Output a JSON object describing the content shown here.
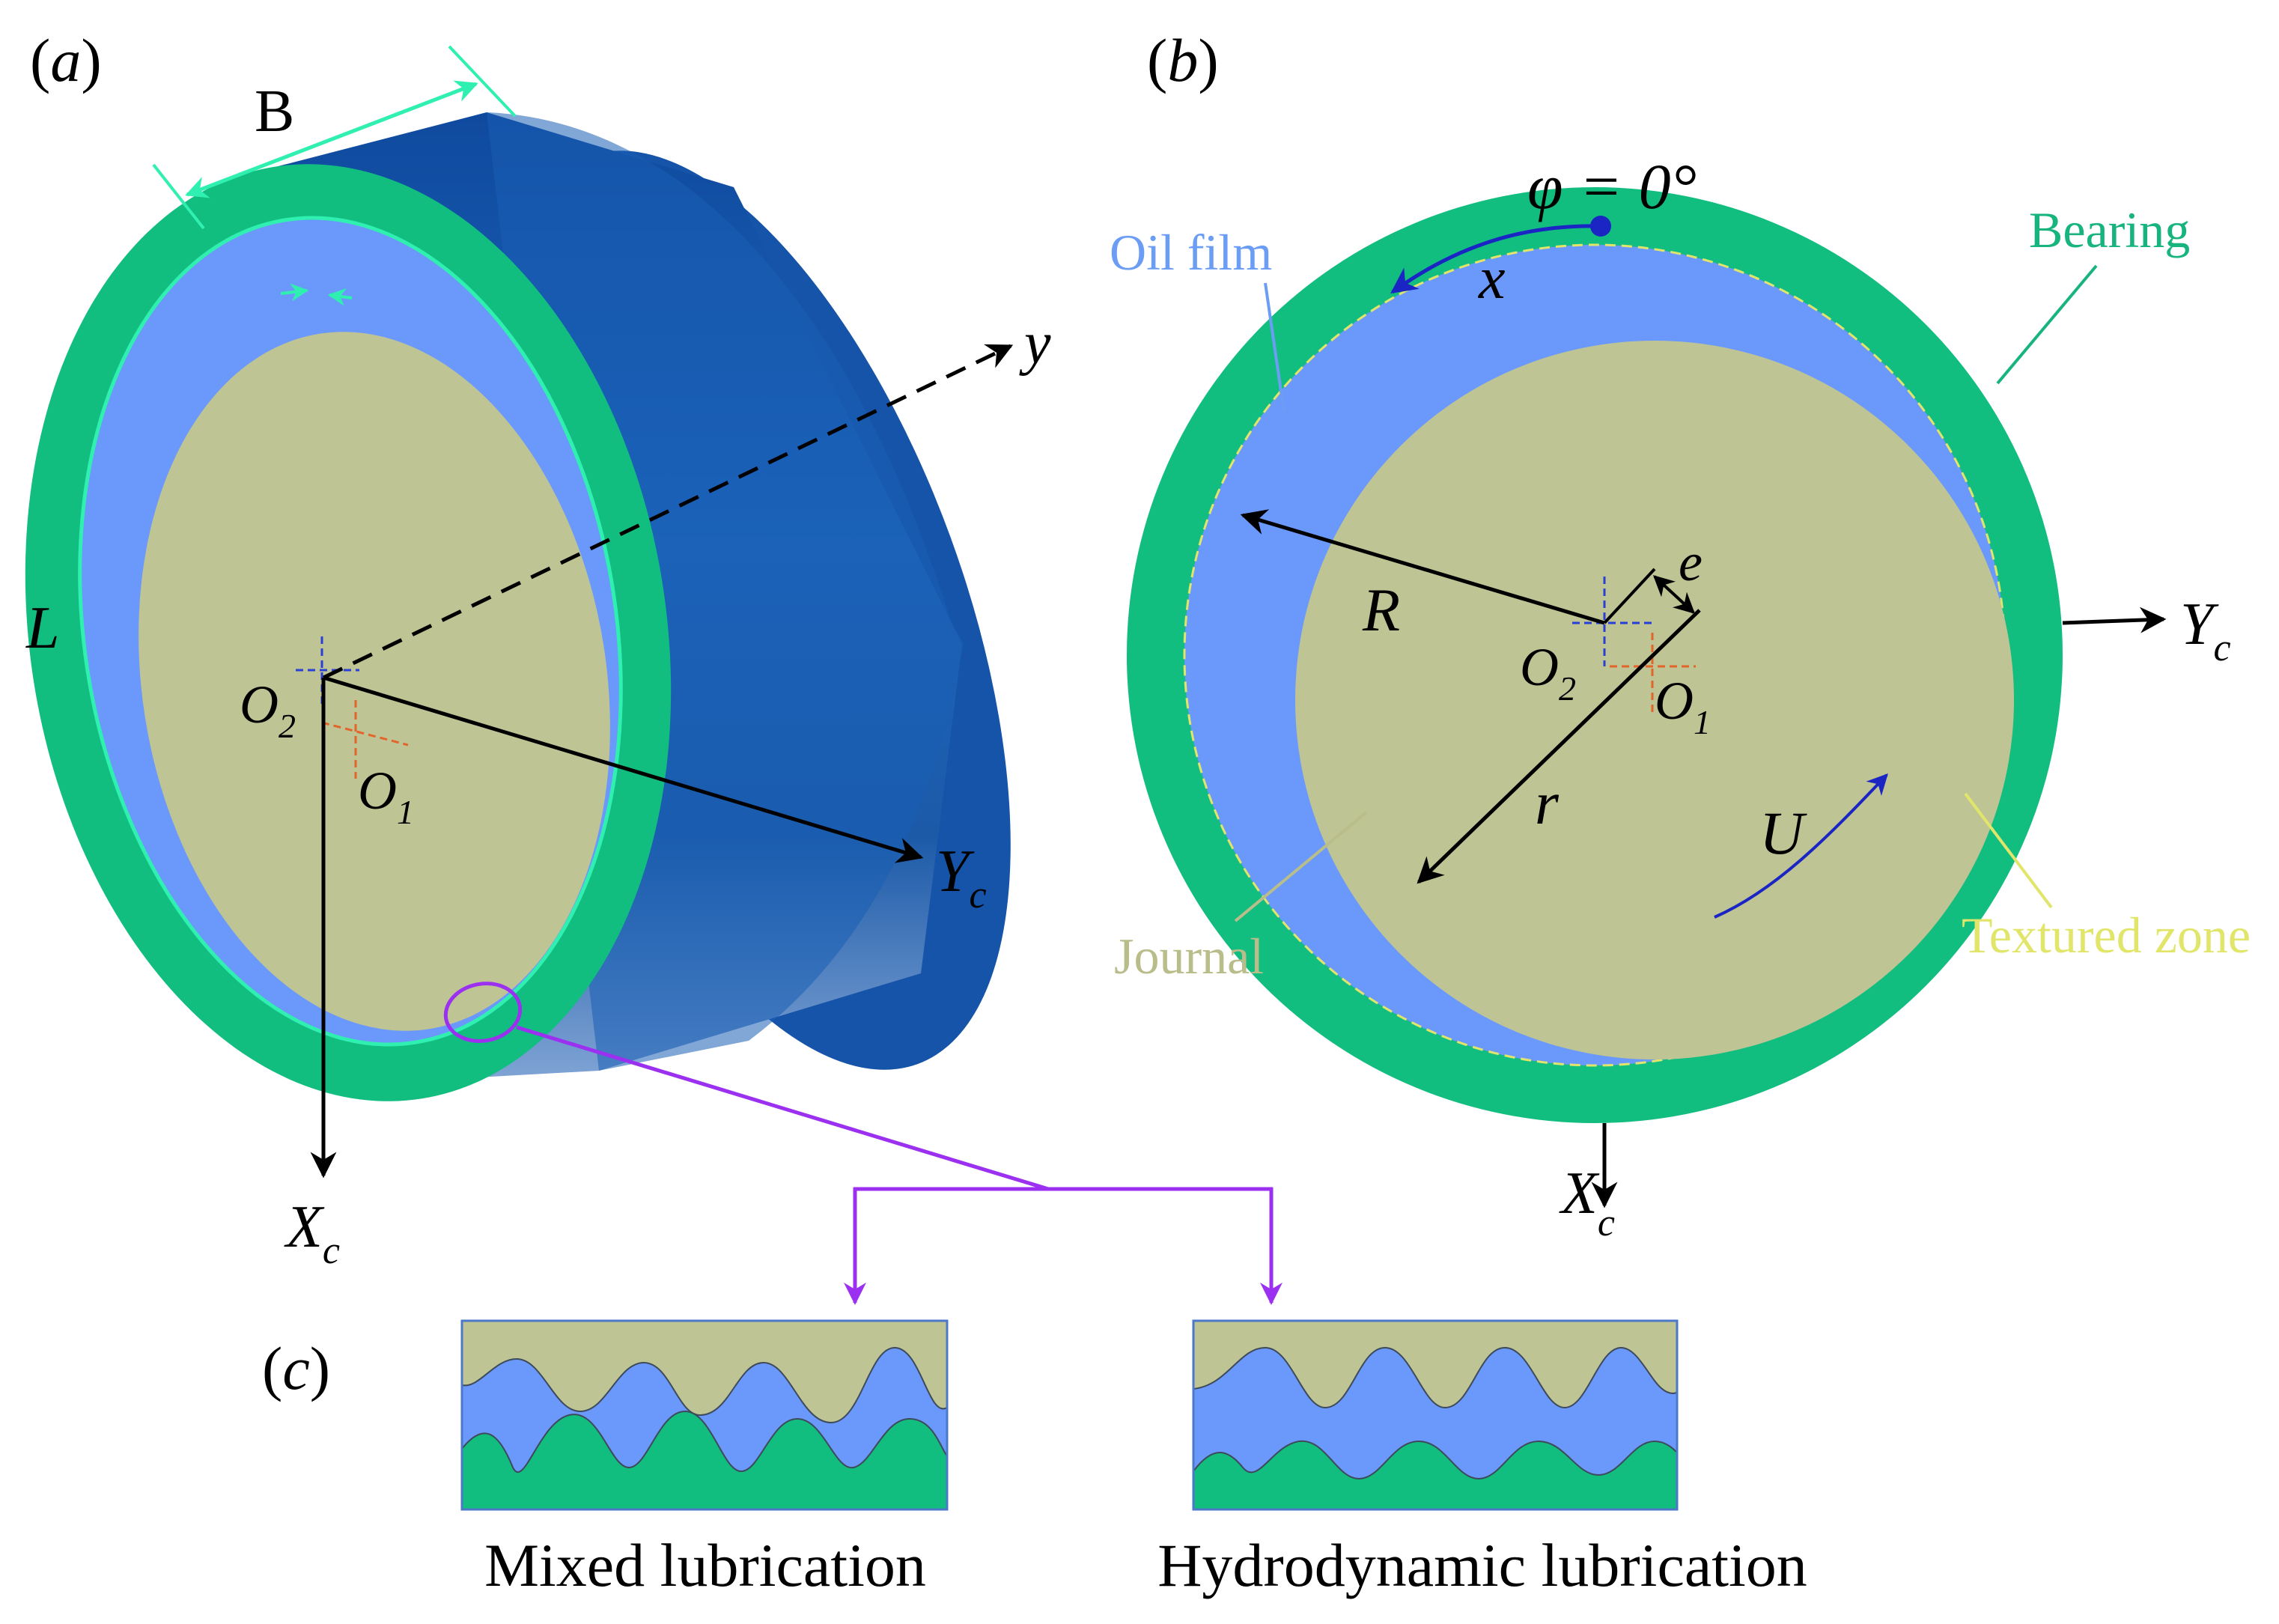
{
  "panels": {
    "a": {
      "label": "(a)"
    },
    "b": {
      "label": "(b)"
    },
    "c": {
      "label": "(c)"
    }
  },
  "panel_a": {
    "width_label": "B",
    "length_label": "L",
    "axis_y": "y",
    "axis_Yc_main": "Y",
    "axis_Yc_sub": "c",
    "axis_Xc_main": "X",
    "axis_Xc_sub": "c",
    "o2_main": "O",
    "o2_sub": "2",
    "o1_main": "O",
    "o1_sub": "1"
  },
  "panel_b": {
    "phi_label": "φ = 0°",
    "x_label": "x",
    "oil_film": "Oil film",
    "bearing": "Bearing",
    "journal": "Journal",
    "textured_zone": "Textured zone",
    "R_label": "R",
    "r_label": "r",
    "e_label": "e",
    "U_label": "U",
    "axis_Yc_main": "Y",
    "axis_Yc_sub": "c",
    "axis_Xc_main": "X",
    "axis_Xc_sub": "c",
    "o2_main": "O",
    "o2_sub": "2",
    "o1_main": "O",
    "o1_sub": "1"
  },
  "panel_c": {
    "mixed": "Mixed lubrication",
    "hydro": "Hydrodynamic lubrication"
  },
  "colors": {
    "bearing_green": "#12bd80",
    "oil_blue": "#6b98fb",
    "journal_khaki": "#bfc495",
    "sleeve_blue": "#1655ae",
    "cyan_accent": "#2ff0b0",
    "purple": "#9b30f0",
    "label_blue": "#6c9df5",
    "label_green": "#18b47e",
    "label_khaki": "#b9bd8a",
    "label_yellow": "#e1e66a",
    "arrow_navy": "#1a25c4"
  }
}
